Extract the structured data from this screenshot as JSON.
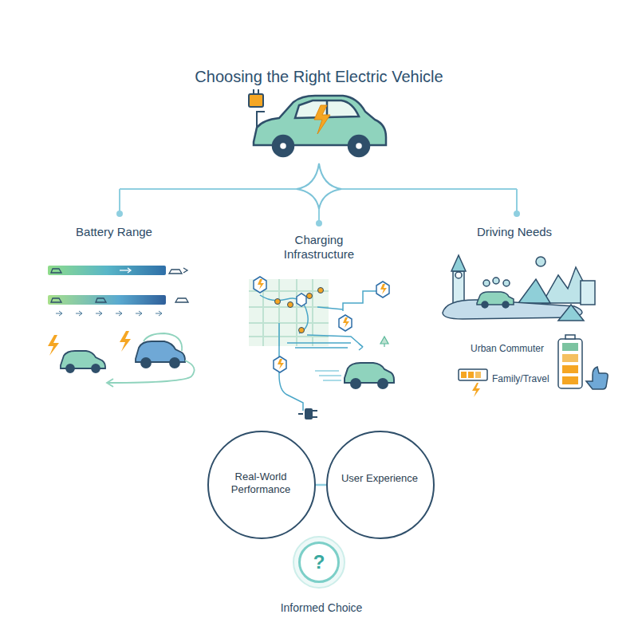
{
  "diagram": {
    "title": "Choosing the Right Electric Vehicle",
    "nodes": [
      {
        "text": [
          "Real-World Performance"
        ]
      },
      {
        "text": [
          "User Experience"
        ]
      },
      {
        "text": [
          "?",
          "Informed Choice"
        ]
      }
    ],
    "edges": [
      {
        "from": 0,
        "to": 1,
        "arrow": "none"
      }
    ],
    "labels": [
      "Battery Range",
      "Charging Infrastructure",
      "Driving Needs",
      "Urban Commuter",
      "Family/Travel"
    ]
  }
}
